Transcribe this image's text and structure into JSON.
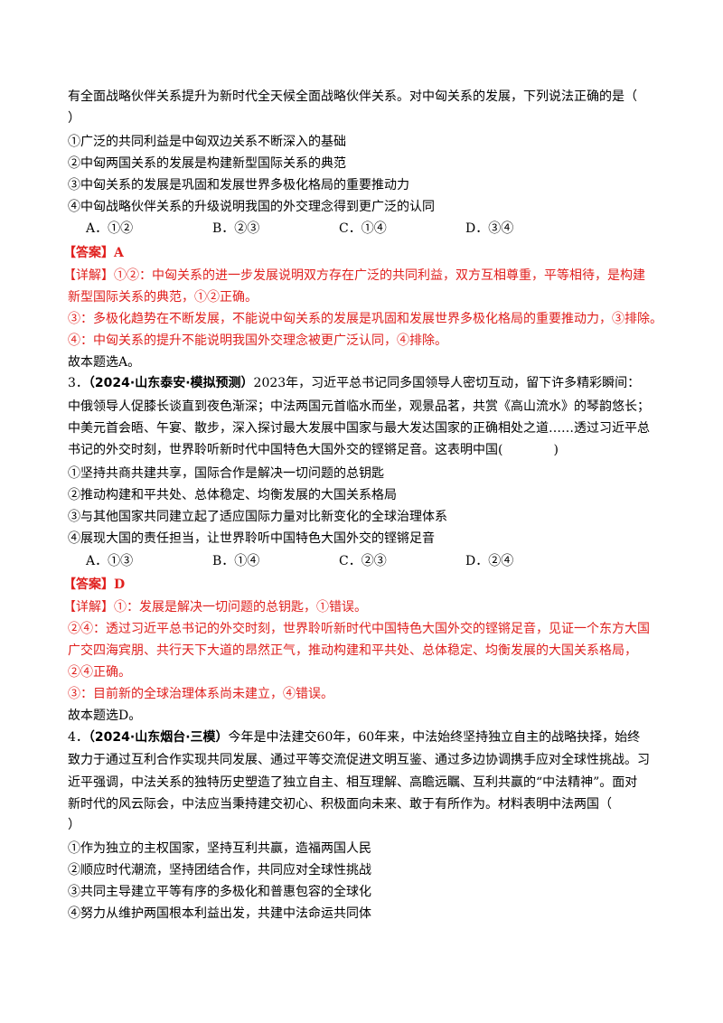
{
  "colors": {
    "answer_red": "#e0201e",
    "text": "#000000"
  },
  "q2": {
    "stem_l1": "有全面战略伙伴关系提升为新时代全天候全面战略伙伴关系。对中匈关系的发展，下列说法正确的是（",
    "stem_l2": "）",
    "items": [
      "①广泛的共同利益是中匈双边关系不断深入的基础",
      "②中匈两国关系的发展是构建新型国际关系的典范",
      "③中匈关系的发展是巩固和发展世界多极化格局的重要推动力",
      "④中匈战略伙伴关系的升级说明我国的外交理念得到更广泛的认同"
    ],
    "options": [
      "A．①②",
      "B．②③",
      "C．①④",
      "D．③④"
    ],
    "answer": "【答案】A",
    "detail": [
      "【详解】①②：中匈关系的进一步发展说明双方存在广泛的共同利益，双方互相尊重，平等相待，是构建",
      "新型国际关系的典范，①②正确。",
      "③：多极化趋势在不断发展，不能说中匈关系的发展是巩固和发展世界多极化格局的重要推动力，③排除。",
      "④：中匈关系的提升不能说明我国外交理念被更广泛认同，④排除。"
    ],
    "conclusion": "故本题选A。"
  },
  "q3": {
    "number": "3．",
    "source": "（2024·山东泰安·模拟预测）",
    "stem": [
      "2023年，习近平总书记同多国领导人密切互动，留下许多精彩瞬间：",
      "中俄领导人促膝长谈直到夜色渐深；中法两国元首临水而坐，观景品茗，共赏《高山流水》的琴韵悠长；",
      "中美元首会晤、午宴、散步，深入探讨最大发展中国家与最大发达国家的正确相处之道……透过习近平总",
      "书记的外交时刻，世界聆听新时代中国特色大国外交的铿锵足音。这表明中国(　　　　)"
    ],
    "items": [
      "①坚持共商共建共享，国际合作是解决一切问题的总钥匙",
      "②推动构建和平共处、总体稳定、均衡发展的大国关系格局",
      "③与其他国家共同建立起了适应国际力量对比新变化的全球治理体系",
      "④展现大国的责任担当，让世界聆听中国特色大国外交的铿锵足音"
    ],
    "options": [
      "A．①③",
      "B．①④",
      "C．②③",
      "D．②④"
    ],
    "answer": "【答案】D",
    "detail": [
      "【详解】①：发展是解决一切问题的总钥匙，①错误。",
      "②④：透过习近平总书记的外交时刻，世界聆听新时代中国特色大国外交的铿锵足音，见证一个东方大国",
      "广交四海宾朋、共行天下大道的昂然正气，推动构建和平共处、总体稳定、均衡发展的大国关系格局，",
      "②④正确。",
      "③：目前新的全球治理体系尚未建立，④错误。"
    ],
    "conclusion": "故本题选D。"
  },
  "q4": {
    "number": "4．",
    "source": "（2024·山东烟台·三模）",
    "stem": [
      "今年是中法建交60年，60年来，中法始终坚持独立自主的战略抉择，始终",
      "致力于通过互利合作实现共同发展、通过平等交流促进文明互鉴、通过多边协调携手应对全球性挑战。习",
      "近平强调，中法关系的独特历史塑造了独立自主、相互理解、高瞻远瞩、互利共赢的“中法精神”。面对",
      "新时代的风云际会，中法应当秉持建交初心、积极面向未来、敢于有所作为。材料表明中法两国（",
      "）"
    ],
    "items": [
      "①作为独立的主权国家，坚持互利共赢，造福两国人民",
      "②顺应时代潮流，坚持团结合作，共同应对全球性挑战",
      "③共同主导建立平等有序的多极化和普惠包容的全球化",
      "④努力从维护两国根本利益出发，共建中法命运共同体"
    ]
  }
}
